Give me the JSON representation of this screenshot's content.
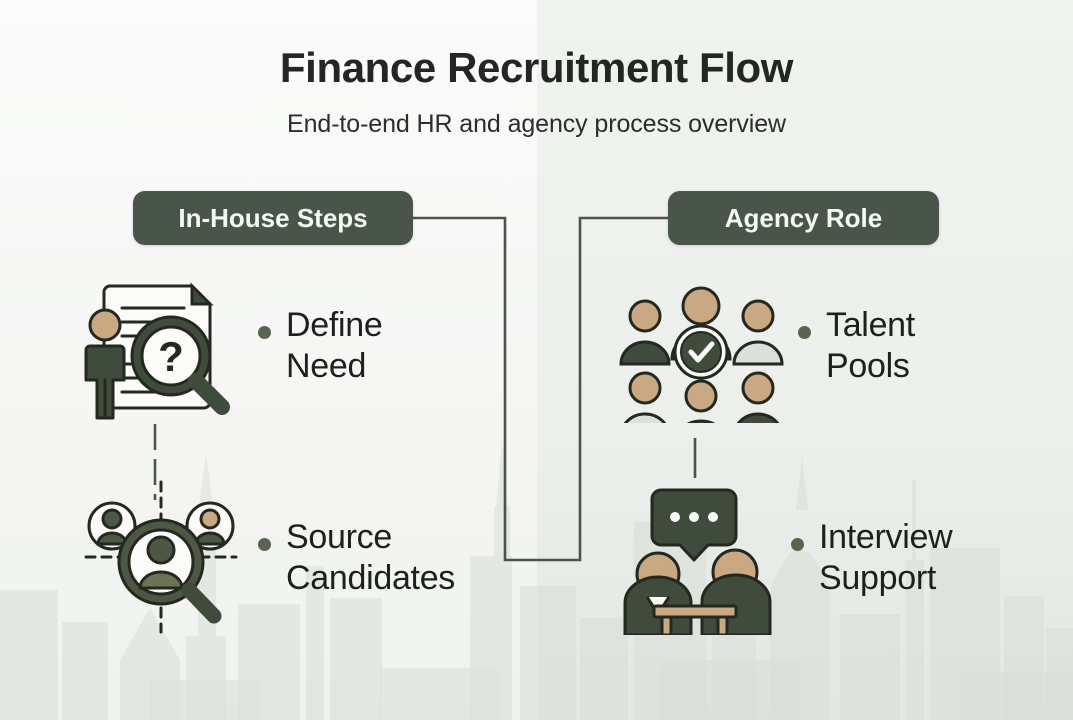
{
  "header": {
    "title": "Finance Recruitment Flow",
    "subtitle": "End-to-end HR and agency process overview"
  },
  "columns": {
    "left": {
      "pill_label": "In-House Steps",
      "items": [
        {
          "label": "Define\nNeed",
          "icon": "document-search-person-icon"
        },
        {
          "label": "Source\nCandidates",
          "icon": "candidate-search-network-icon"
        }
      ]
    },
    "right": {
      "pill_label": "Agency Role",
      "items": [
        {
          "label": "Talent\nPools",
          "icon": "people-group-check-icon"
        },
        {
          "label": "Interview\nSupport",
          "icon": "interview-table-chat-icon"
        }
      ]
    }
  },
  "connectors": {
    "cross_branch": "u-shaped-connector-between-pills",
    "left_stack": "vertical-dashed-connector",
    "right_stack": "vertical-solid-connector"
  },
  "colors": {
    "pill_bg": "#4A5549",
    "pill_text": "#F6F8F6",
    "accent_green": "#3F4C3C",
    "bullet_dot": "#59654F",
    "skin_tone": "#C9A882",
    "light_body": "#DDE0D9",
    "table_tan": "#C9A882",
    "title_text": "#232623",
    "background_left": "#F7F8F6",
    "background_right": "#ECEFEB",
    "connector_line": "#4A5549"
  },
  "background": {
    "motif": "city-skyline-watermark"
  }
}
